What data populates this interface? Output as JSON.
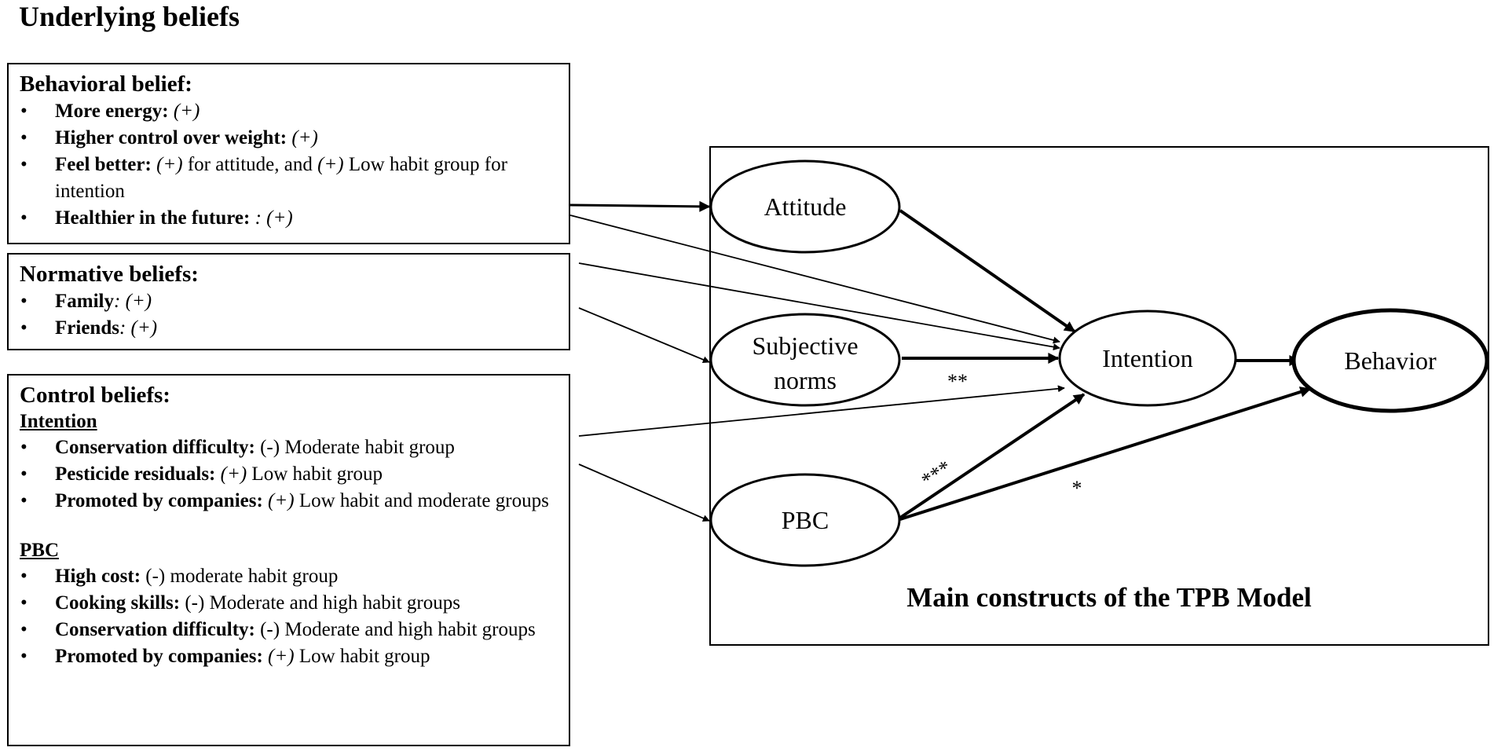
{
  "title": "Underlying beliefs",
  "behavioral": {
    "heading": "Behavioral belief:",
    "items": [
      {
        "label": "More energy:",
        "value": "(+)"
      },
      {
        "label": "Higher control over weight:",
        "value": "(+)"
      },
      {
        "label": "Feel better:",
        "value": " (+) for attitude, and (+) Low habit group for intention"
      },
      {
        "label": "Healthier in the future:",
        "value": ": (+)"
      }
    ]
  },
  "normative": {
    "heading": "Normative beliefs:",
    "items": [
      {
        "label": "Family",
        "value": ": (+)"
      },
      {
        "label": "Friends",
        "value": ": (+)"
      }
    ]
  },
  "control": {
    "heading": "Control beliefs:",
    "intention_heading": "Intention",
    "intention_items": [
      {
        "label": "Conservation difficulty:",
        "value": "(-) Moderate habit group"
      },
      {
        "label": "Pesticide residuals:",
        "value": "(+) Low habit group"
      },
      {
        "label": "Promoted by companies:",
        "value": "(+) Low habit and moderate groups"
      }
    ],
    "pbc_heading": "PBC",
    "pbc_items": [
      {
        "label": "High cost:",
        "value": "(-) moderate habit group"
      },
      {
        "label": "Cooking skills:",
        "value": "(-) Moderate and high habit groups"
      },
      {
        "label": "Conservation difficulty:",
        "value": "(-) Moderate and high habit groups"
      },
      {
        "label": "Promoted by companies:",
        "value": "(+) Low habit group"
      }
    ]
  },
  "model": {
    "title": "Main constructs of the TPB Model",
    "nodes": {
      "attitude": "Attitude",
      "subjective_norms_line1": "Subjective",
      "subjective_norms_line2": "norms",
      "pbc": "PBC",
      "intention": "Intention",
      "behavior": "Behavior"
    },
    "significance": {
      "norms_to_intention": "**",
      "pbc_to_intention": "***",
      "pbc_to_behavior": "*"
    }
  },
  "colors": {
    "line": "#000000",
    "background": "#ffffff"
  }
}
